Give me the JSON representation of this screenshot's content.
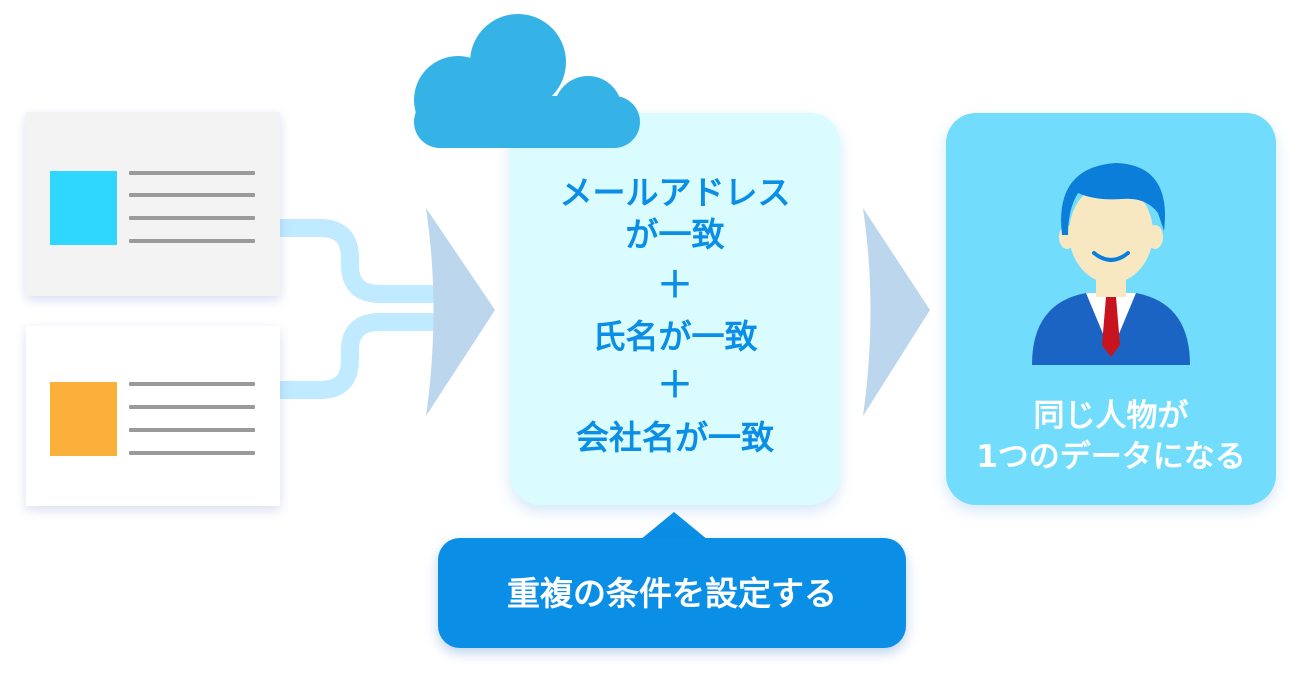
{
  "conditions": {
    "line1": "メールアドレス",
    "line2": "が一致",
    "plus1": "＋",
    "line3": "氏名が一致",
    "plus2": "＋",
    "line4": "会社名が一致"
  },
  "result": {
    "line1": "同じ人物が",
    "line2": "1つのデータになる"
  },
  "banner": {
    "label": "重複の条件を設定する"
  },
  "icons": {
    "cloud": "cloud-icon",
    "person": "businessman-icon",
    "document": "document-icon",
    "arrow": "arrow-right-icon"
  },
  "colors": {
    "primary": "#0a8ee6",
    "condition_bg": "#dafcff",
    "result_bg": "#72dcfd",
    "cloud": "#36b3e6",
    "record_thumb_1": "#2fd6fd",
    "record_thumb_2": "#fbb03b",
    "arrow": "#bcd6ee"
  }
}
